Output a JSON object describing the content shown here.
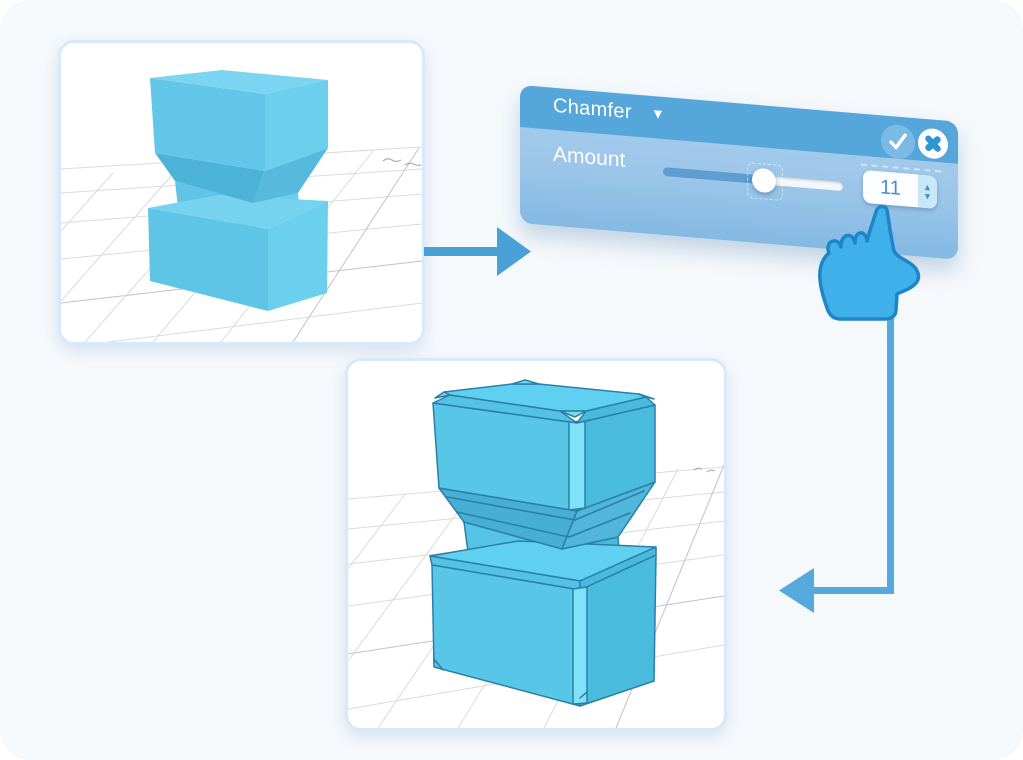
{
  "panel": {
    "title": "Chamfer",
    "caret_icon": "▼",
    "amount": {
      "label": "Amount",
      "value": "11",
      "slider_fill": "56%"
    },
    "spinner_up_icon": "▲",
    "spinner_down_icon": "▼"
  },
  "icons": {
    "dropdown": "chevron-down-icon",
    "confirm": "check-icon",
    "cancel": "cross-icon",
    "spinner_up": "chevron-up-icon",
    "spinner_down": "chevron-down-icon",
    "pointer": "hand-pointer-icon",
    "flow_right": "arrow-right-icon",
    "flow_down_left": "arrow-down-left-icon"
  },
  "colors": {
    "panel_header": "#55a6da",
    "panel_body": "#9cc6e9",
    "accent_blue": "#2f97d7",
    "value_text": "#4a90c5",
    "model_fill": "#5fc5e7",
    "model_edge": "#2b7fa7",
    "arrow": "#4fa5db",
    "card_border": "#d6eafb",
    "background": "#f6f9fc"
  }
}
